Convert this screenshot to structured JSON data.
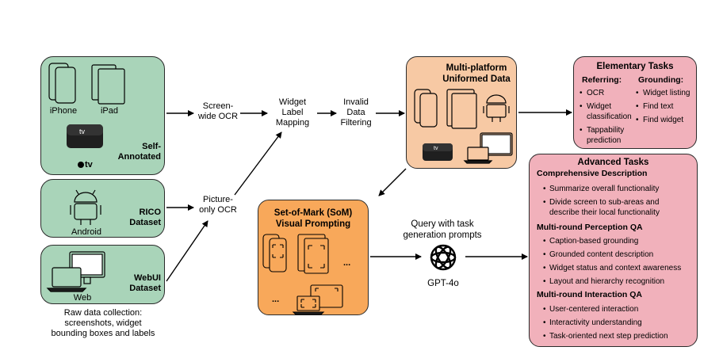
{
  "sources": {
    "self_annotated": {
      "label": "Self-\nAnnotated",
      "devices": [
        "iPhone",
        "iPad"
      ],
      "appletv_mark": "tv"
    },
    "rico": {
      "label": "RICO\nDataset",
      "device": "Android"
    },
    "webui": {
      "label": "WebUI\nDataset",
      "device": "Web"
    },
    "caption": "Raw data collection:\nscreenshots, widget\nbounding boxes and labels"
  },
  "steps": {
    "screen_ocr": "Screen-\nwide OCR",
    "picture_ocr": "Picture-\nonly OCR",
    "widget_mapping": "Widget\nLabel\nMapping",
    "invalid_filter": "Invalid\nData\nFiltering"
  },
  "multi_platform": {
    "title": "Multi-platform\nUniformed Data",
    "marks": [
      "tv"
    ]
  },
  "som": {
    "title": "Set-of-Mark (SoM)\nVisual Prompting",
    "ellipses": [
      "...",
      "..."
    ]
  },
  "query": {
    "label": "Query with task\ngeneration prompts",
    "model": "GPT-4o"
  },
  "elementary": {
    "title": "Elementary Tasks",
    "referring_head": "Referring:",
    "referring_items": [
      "OCR",
      "Widget\nclassification",
      "Tappability\nprediction"
    ],
    "grounding_head": "Grounding:",
    "grounding_items": [
      "Widget listing",
      "Find text",
      "Find widget"
    ]
  },
  "advanced": {
    "title": "Advanced Tasks",
    "sections": [
      {
        "head": "Comprehensive Description",
        "items": [
          "Summarize overall functionality",
          "Divide screen to sub-areas and\ndescribe their local functionality"
        ]
      },
      {
        "head": "Multi-round Perception QA",
        "items": [
          "Caption-based grounding",
          "Grounded content description",
          "Widget status and context awareness",
          "Layout and hierarchy recognition"
        ]
      },
      {
        "head": "Multi-round Interaction QA",
        "items": [
          "User-centered interaction",
          "Interactivity understanding",
          "Task-oriented next step prediction"
        ]
      }
    ]
  },
  "colors": {
    "green": "#a9d4b9",
    "peach": "#f7c9a4",
    "orange": "#f8a85a",
    "pink": "#f1b1bb"
  }
}
